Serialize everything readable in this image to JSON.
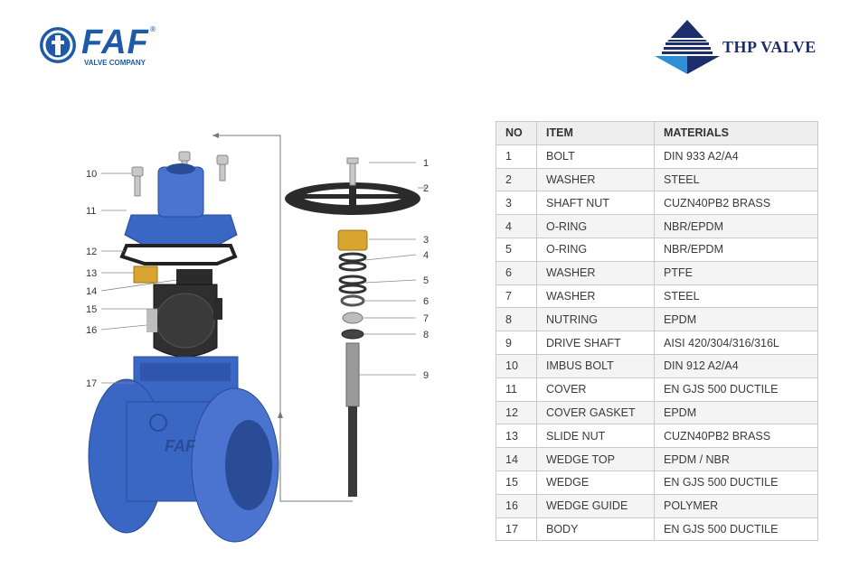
{
  "logos": {
    "faf_name": "FAF",
    "faf_reg": "®",
    "faf_sub": "VALVE COMPANY",
    "thp_name": "THP VALVE"
  },
  "colors": {
    "valve_blue": "#3a66c4",
    "brand_navy": "#1b2d6b",
    "faf_blue": "#1f5aa8",
    "brass": "#d8a531",
    "black_part": "#2b2b2b"
  },
  "callouts": [
    "1",
    "2",
    "3",
    "4",
    "5",
    "6",
    "7",
    "8",
    "9",
    "10",
    "11",
    "12",
    "13",
    "14",
    "15",
    "16",
    "17"
  ],
  "table": {
    "headers": {
      "no": "NO",
      "item": "ITEM",
      "materials": "MATERIALS"
    },
    "rows": [
      {
        "no": "1",
        "item": "BOLT",
        "material": "DIN 933 A2/A4"
      },
      {
        "no": "2",
        "item": "WASHER",
        "material": "STEEL"
      },
      {
        "no": "3",
        "item": "SHAFT NUT",
        "material": "CUZN40PB2 BRASS"
      },
      {
        "no": "4",
        "item": "O-RING",
        "material": "NBR/EPDM"
      },
      {
        "no": "5",
        "item": "O-RING",
        "material": "NBR/EPDM"
      },
      {
        "no": "6",
        "item": "WASHER",
        "material": "PTFE"
      },
      {
        "no": "7",
        "item": "WASHER",
        "material": "STEEL"
      },
      {
        "no": "8",
        "item": "NUTRING",
        "material": "EPDM"
      },
      {
        "no": "9",
        "item": "DRIVE SHAFT",
        "material": "AISI 420/304/316/316L"
      },
      {
        "no": "10",
        "item": "IMBUS BOLT",
        "material": "DIN 912 A2/A4"
      },
      {
        "no": "11",
        "item": "COVER",
        "material": "EN GJS 500 DUCTILE"
      },
      {
        "no": "12",
        "item": "COVER GASKET",
        "material": "EPDM"
      },
      {
        "no": "13",
        "item": "SLIDE NUT",
        "material": "CUZN40PB2 BRASS"
      },
      {
        "no": "14",
        "item": "WEDGE TOP",
        "material": "EPDM / NBR"
      },
      {
        "no": "15",
        "item": "WEDGE",
        "material": "EN GJS 500 DUCTILE"
      },
      {
        "no": "16",
        "item": "WEDGE GUIDE",
        "material": "POLYMER"
      },
      {
        "no": "17",
        "item": "BODY",
        "material": "EN GJS 500 DUCTILE"
      }
    ]
  }
}
